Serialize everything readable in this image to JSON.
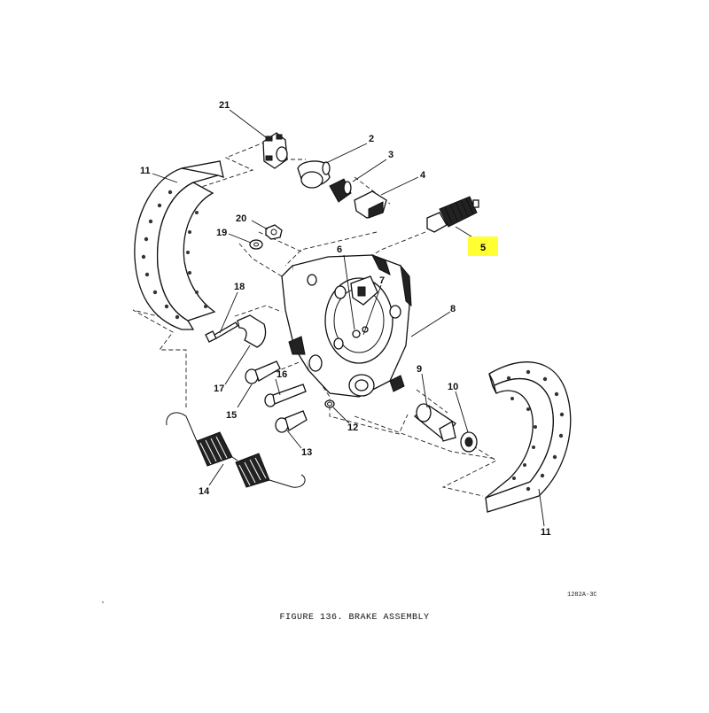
{
  "figure": {
    "caption": "FIGURE 136. BRAKE ASSEMBLY",
    "drawing_code": "1282A-3C",
    "highlight_color": "#ffff33"
  },
  "callouts": [
    {
      "id": "21",
      "text": "21"
    },
    {
      "id": "2",
      "text": "2"
    },
    {
      "id": "3",
      "text": "3"
    },
    {
      "id": "4",
      "text": "4"
    },
    {
      "id": "5",
      "text": "5",
      "highlighted": true
    },
    {
      "id": "11a",
      "text": "11"
    },
    {
      "id": "20",
      "text": "20"
    },
    {
      "id": "19",
      "text": "19"
    },
    {
      "id": "6",
      "text": "6"
    },
    {
      "id": "7",
      "text": "7"
    },
    {
      "id": "8",
      "text": "8"
    },
    {
      "id": "18",
      "text": "18"
    },
    {
      "id": "17",
      "text": "17"
    },
    {
      "id": "16",
      "text": "16"
    },
    {
      "id": "15",
      "text": "15"
    },
    {
      "id": "9",
      "text": "9"
    },
    {
      "id": "10",
      "text": "10"
    },
    {
      "id": "12",
      "text": "12"
    },
    {
      "id": "13",
      "text": "13"
    },
    {
      "id": "14",
      "text": "14"
    },
    {
      "id": "11b",
      "text": "11"
    }
  ]
}
